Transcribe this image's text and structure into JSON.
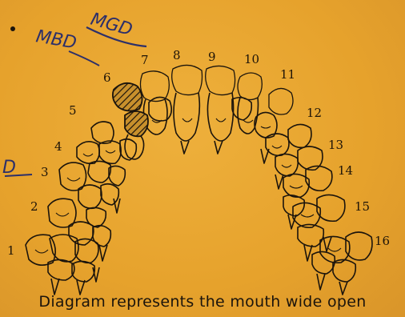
{
  "caption": "Diagram represents the mouth wide open",
  "handwriting": {
    "top": "MGD",
    "middle": "MBD",
    "left": "D"
  },
  "tooth_numbers": [
    "1",
    "2",
    "3",
    "4",
    "5",
    "6",
    "7",
    "8",
    "9",
    "10",
    "11",
    "12",
    "13",
    "14",
    "15",
    "16"
  ],
  "hatched_tooth": "6",
  "colors": {
    "paper": "#e8a631",
    "ink": "#1b140c",
    "pencil": "#2c2f6a"
  }
}
